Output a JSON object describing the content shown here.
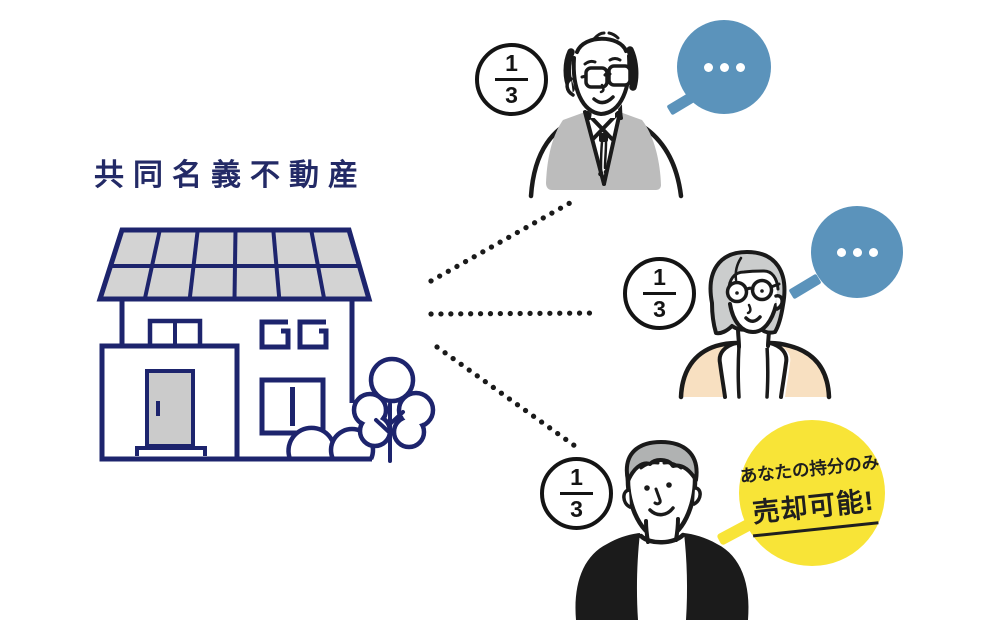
{
  "title": "共同名義不動産",
  "colors": {
    "navy": "#1d246d",
    "ink": "#1a1a1a",
    "roof_gray": "#d3d3d3",
    "door_gray": "#cbcbcb",
    "vest_gray": "#bcbcbc",
    "hair_gray_light": "#cbcdcd",
    "hair_gray_dark": "#b0b2b2",
    "cardigan_peach": "#f8e0c1",
    "jacket_black": "#1b1b1b",
    "bubble_blue": "#5b93bb",
    "bubble_yellow": "#f8e437"
  },
  "house": {
    "label": "jointly-owned-house-illustration"
  },
  "owners": [
    {
      "figure": "elderly-man",
      "share": {
        "numerator": "1",
        "denominator": "3"
      },
      "bubble": {
        "type": "ellipsis",
        "dots": 3
      }
    },
    {
      "figure": "elderly-woman",
      "share": {
        "numerator": "1",
        "denominator": "3"
      },
      "bubble": {
        "type": "ellipsis",
        "dots": 3
      }
    },
    {
      "figure": "middle-aged-man",
      "share": {
        "numerator": "1",
        "denominator": "3"
      },
      "bubble": {
        "type": "callout",
        "line1": "あなたの持分のみ",
        "line2": "売却可能!"
      }
    }
  ]
}
